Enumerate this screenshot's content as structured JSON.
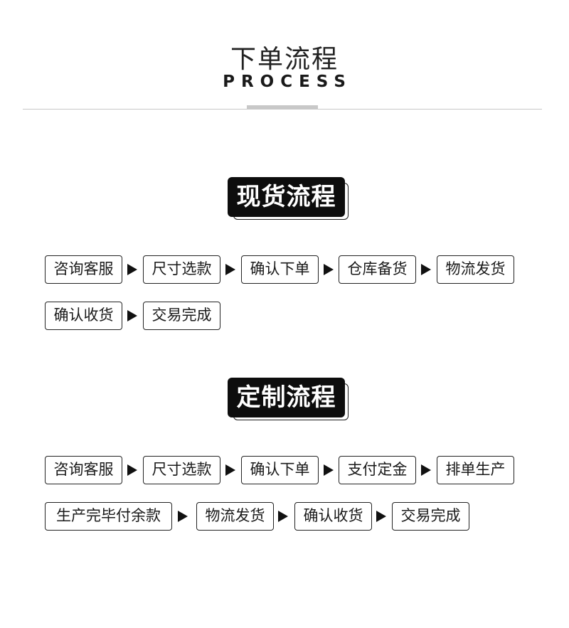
{
  "header": {
    "title_cn": "下单流程",
    "title_en": "PROCESS"
  },
  "stock_flow": {
    "title": "现货流程",
    "steps": [
      "咨询客服",
      "尺寸选款",
      "确认下单",
      "仓库备货",
      "物流发货",
      "确认收货",
      "交易完成"
    ]
  },
  "custom_flow": {
    "title": "定制流程",
    "steps": [
      "咨询客服",
      "尺寸选款",
      "确认下单",
      "支付定金",
      "排单生产",
      "生产完毕付余款",
      "物流发货",
      "确认收货",
      "交易完成"
    ]
  },
  "icons": {
    "arrow": "triangle-right-icon"
  }
}
